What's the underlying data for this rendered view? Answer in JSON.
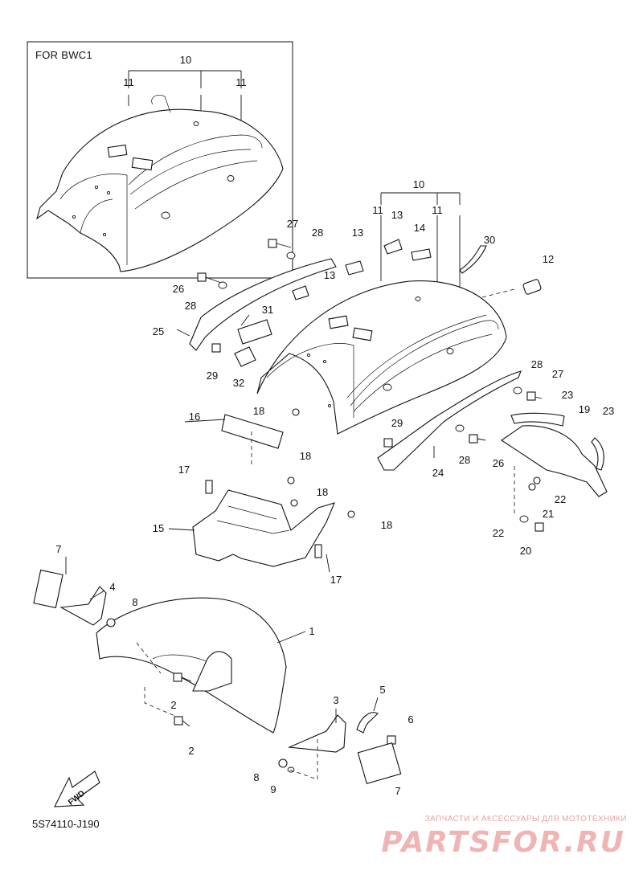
{
  "inset": {
    "title": "FOR BWC1"
  },
  "diagram_code": "5S74110-J190",
  "fwd_label": "FWD",
  "watermark": {
    "tagline": "ЗАПЧАСТИ И АКСЕССУАРЫ ДЛЯ МОТОТЕХНИКИ",
    "logo": "PARTSFOR.RU"
  },
  "callouts": [
    {
      "id": "inset-10",
      "text": "10"
    },
    {
      "id": "inset-11a",
      "text": "11"
    },
    {
      "id": "inset-11b",
      "text": "11"
    },
    {
      "id": "c10",
      "text": "10"
    },
    {
      "id": "c11a",
      "text": "11"
    },
    {
      "id": "c11b",
      "text": "11"
    },
    {
      "id": "c13a",
      "text": "13"
    },
    {
      "id": "c13b",
      "text": "13"
    },
    {
      "id": "c13c",
      "text": "13"
    },
    {
      "id": "c14",
      "text": "14"
    },
    {
      "id": "c30",
      "text": "30"
    },
    {
      "id": "c12",
      "text": "12"
    },
    {
      "id": "c27a",
      "text": "27"
    },
    {
      "id": "c28a",
      "text": "28"
    },
    {
      "id": "c26a",
      "text": "26"
    },
    {
      "id": "c28b",
      "text": "28"
    },
    {
      "id": "c25",
      "text": "25"
    },
    {
      "id": "c31",
      "text": "31"
    },
    {
      "id": "c29a",
      "text": "29"
    },
    {
      "id": "c32",
      "text": "32"
    },
    {
      "id": "c28c",
      "text": "28"
    },
    {
      "id": "c27b",
      "text": "27"
    },
    {
      "id": "c23a",
      "text": "23"
    },
    {
      "id": "c19",
      "text": "19"
    },
    {
      "id": "c23b",
      "text": "23"
    },
    {
      "id": "c16",
      "text": "16"
    },
    {
      "id": "c18a",
      "text": "18"
    },
    {
      "id": "c29b",
      "text": "29"
    },
    {
      "id": "c28d",
      "text": "28"
    },
    {
      "id": "c26b",
      "text": "26"
    },
    {
      "id": "c24",
      "text": "24"
    },
    {
      "id": "c22a",
      "text": "22"
    },
    {
      "id": "c21",
      "text": "21"
    },
    {
      "id": "c22b",
      "text": "22"
    },
    {
      "id": "c20",
      "text": "20"
    },
    {
      "id": "c17a",
      "text": "17"
    },
    {
      "id": "c18b",
      "text": "18"
    },
    {
      "id": "c18c",
      "text": "18"
    },
    {
      "id": "c18d",
      "text": "18"
    },
    {
      "id": "c15",
      "text": "15"
    },
    {
      "id": "c17b",
      "text": "17"
    },
    {
      "id": "c7a",
      "text": "7"
    },
    {
      "id": "c4",
      "text": "4"
    },
    {
      "id": "c8a",
      "text": "8"
    },
    {
      "id": "c1",
      "text": "1"
    },
    {
      "id": "c2a",
      "text": "2"
    },
    {
      "id": "c2b",
      "text": "2"
    },
    {
      "id": "c3",
      "text": "3"
    },
    {
      "id": "c5",
      "text": "5"
    },
    {
      "id": "c6",
      "text": "6"
    },
    {
      "id": "c8b",
      "text": "8"
    },
    {
      "id": "c9",
      "text": "9"
    },
    {
      "id": "c7b",
      "text": "7"
    }
  ]
}
